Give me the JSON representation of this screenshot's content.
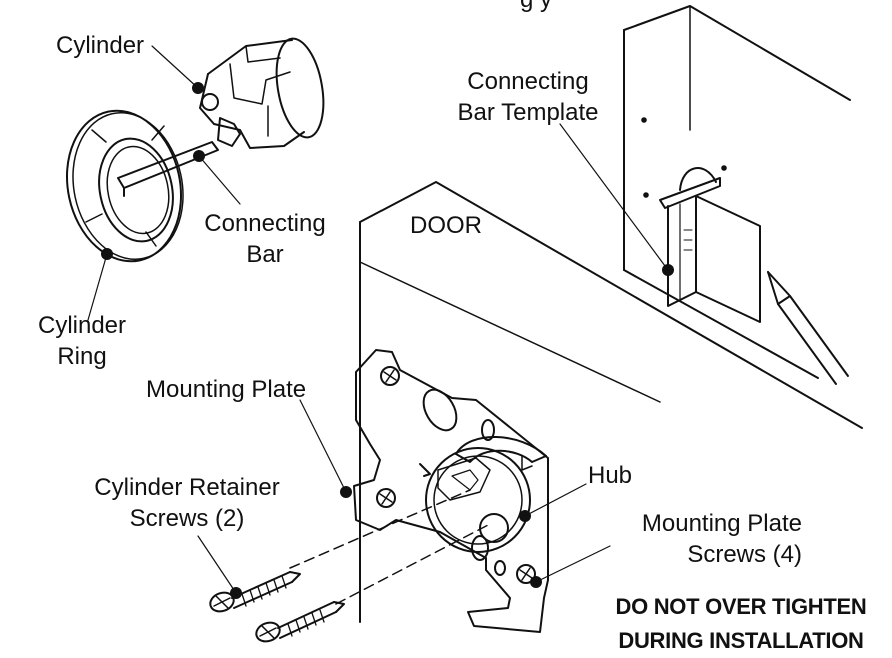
{
  "figure": {
    "top_fragment": "g         y",
    "labels": {
      "cylinder": "Cylinder",
      "connecting_bar_template_line1": "Connecting",
      "connecting_bar_template_line2": "Bar Template",
      "connecting_bar_line1": "Connecting",
      "connecting_bar_line2": "Bar",
      "door": "DOOR",
      "cylinder_ring_line1": "Cylinder",
      "cylinder_ring_line2": "Ring",
      "mounting_plate": "Mounting Plate",
      "hub": "Hub",
      "retainer_screws_line1": "Cylinder Retainer",
      "retainer_screws_line2": "Screws (2)",
      "plate_screws_line1": "Mounting Plate",
      "plate_screws_line2": "Screws (4)"
    },
    "warning_line1": "DO NOT OVER TIGHTEN",
    "warning_line2": "DURING INSTALLATION",
    "colors": {
      "ink": "#111111",
      "background": "#ffffff"
    }
  }
}
